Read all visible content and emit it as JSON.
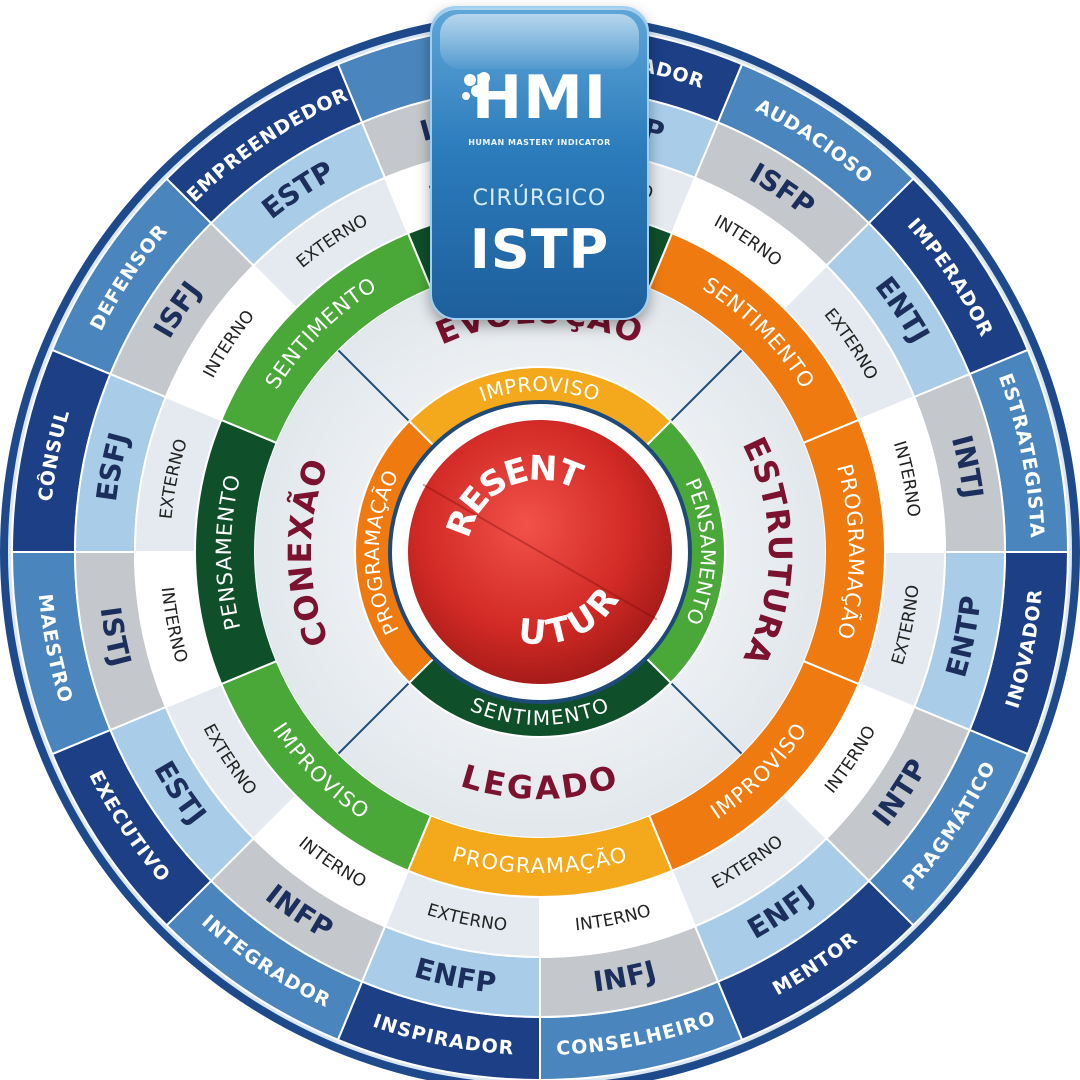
{
  "brand": {
    "logo_text": "HMI",
    "tagline": "HUMAN MASTERY INDICATOR",
    "label": "CIRÚRGICO",
    "type": "ISTP"
  },
  "center": {
    "top": "PRESENTE",
    "bottom": "FUTURO"
  },
  "rings": {
    "inner_functions": [
      "IMPROVISO",
      "PENSAMENTO",
      "SENTIMENTO",
      "PROGRAMAÇÃO"
    ],
    "quadrants": [
      "EVOLUÇÃO",
      "ESTRUTURA",
      "LEGADO",
      "CONEXÃO"
    ],
    "middle_functions": [
      "PENSAMENTO",
      "SENTIMENTO",
      "PROGRAMAÇÃO",
      "IMPROVISO",
      "PROGRAMAÇÃO",
      "IMPROVISO",
      "PENSAMENTO",
      "SENTIMENTO"
    ],
    "orientation": [
      "EXTERNO",
      "INTERNO",
      "EXTERNO",
      "INTERNO",
      "EXTERNO",
      "INTERNO",
      "EXTERNO",
      "INTERNO",
      "EXTERNO",
      "INTERNO",
      "EXTERNO",
      "INTERNO",
      "EXTERNO",
      "INTERNO",
      "EXTERNO",
      "INTERNO"
    ],
    "types": [
      "ESFP",
      "ISFP",
      "ENTJ",
      "INTJ",
      "ENTP",
      "INTP",
      "ENFJ",
      "INFJ",
      "ENFP",
      "INFP",
      "ESTJ",
      "ISTJ",
      "ESFJ",
      "ISFJ",
      "ESTP",
      "ISTP"
    ],
    "archetypes": [
      "MOTIVADOR",
      "AUDACIOSO",
      "IMPERADOR",
      "ESTRATEGISTA",
      "INOVADOR",
      "PRAGMÁTICO",
      "MENTOR",
      "CONSELHEIRO",
      "INSPIRADOR",
      "INTEGRADOR",
      "EXECUTIVO",
      "MAESTRO",
      "CÔNSUL",
      "DEFENSOR",
      "EMPREENDEDOR",
      ""
    ]
  },
  "colors": {
    "dark_green": "#0f4f2a",
    "green": "#4aa838",
    "orange": "#ee7a10",
    "yellow": "#f4a81c",
    "red": "#d6302c",
    "navy": "#1c3f86",
    "light_blue": "#9cc6e6",
    "maroon": "#7a1230"
  }
}
